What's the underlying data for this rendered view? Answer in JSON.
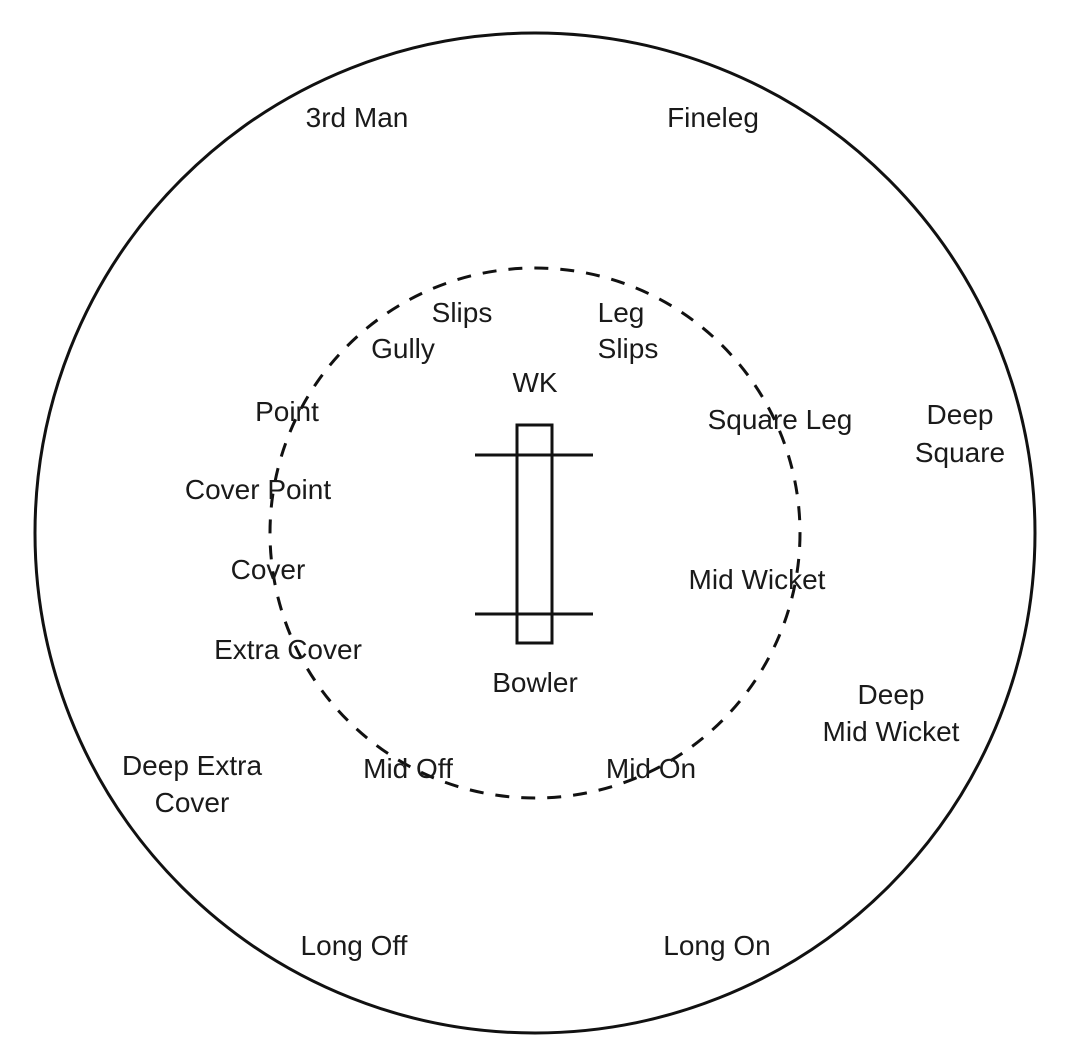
{
  "positions": {
    "third_man": "3rd Man",
    "fineleg": "Fineleg",
    "slips": "Slips",
    "gully": "Gully",
    "leg_slips_1": "Leg",
    "leg_slips_2": "Slips",
    "wk": "WK",
    "point": "Point",
    "square_leg": "Square Leg",
    "deep_square_1": "Deep",
    "deep_square_2": "Square",
    "cover_point": "Cover Point",
    "cover": "Cover",
    "mid_wicket": "Mid Wicket",
    "extra_cover": "Extra Cover",
    "bowler": "Bowler",
    "deep_mid_wicket_1": "Deep",
    "deep_mid_wicket_2": "Mid Wicket",
    "deep_extra_cover_1": "Deep Extra",
    "deep_extra_cover_2": "Cover",
    "mid_off": "Mid Off",
    "mid_on": "Mid On",
    "long_off": "Long Off",
    "long_on": "Long On"
  },
  "colors": {
    "line": "#111111",
    "text": "#1a1a1a",
    "background": "#ffffff"
  }
}
